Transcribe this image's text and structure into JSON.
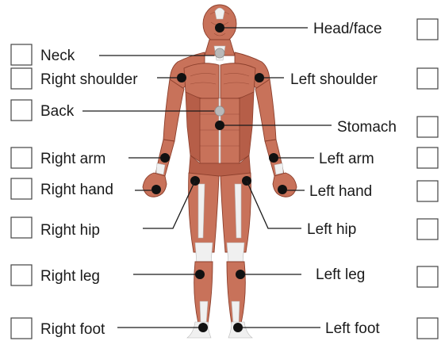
{
  "regions": [
    {
      "id": "head-face",
      "label": "Head/face"
    },
    {
      "id": "neck",
      "label": "Neck"
    },
    {
      "id": "right-shoulder",
      "label": "Right shoulder"
    },
    {
      "id": "left-shoulder",
      "label": "Left shoulder"
    },
    {
      "id": "back",
      "label": "Back"
    },
    {
      "id": "stomach",
      "label": "Stomach"
    },
    {
      "id": "right-arm",
      "label": "Right arm"
    },
    {
      "id": "left-arm",
      "label": "Left arm"
    },
    {
      "id": "right-hand",
      "label": "Right hand"
    },
    {
      "id": "left-hand",
      "label": "Left hand"
    },
    {
      "id": "right-hip",
      "label": "Right hip"
    },
    {
      "id": "left-hip",
      "label": "Left hip"
    },
    {
      "id": "right-leg",
      "label": "Right leg"
    },
    {
      "id": "left-leg",
      "label": "Left leg"
    },
    {
      "id": "right-foot",
      "label": "Right foot"
    },
    {
      "id": "left-foot",
      "label": "Left foot"
    }
  ],
  "colors": {
    "muscle": "#c8725a",
    "tendon": "#f0f0f0",
    "marker": "#111111",
    "hidden_marker": "#b9b9b9"
  }
}
